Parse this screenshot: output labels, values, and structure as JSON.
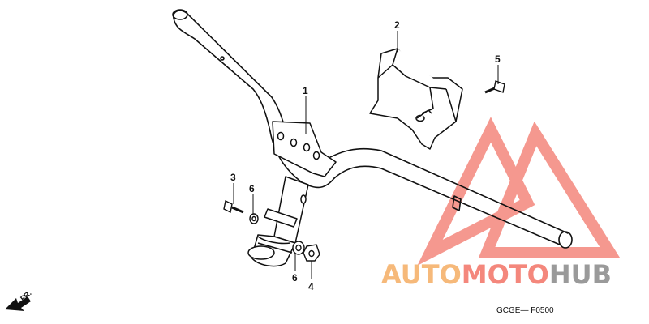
{
  "callouts": {
    "c1": "1",
    "c2": "2",
    "c3": "3",
    "c4": "4",
    "c5": "5",
    "c6a": "6",
    "c6b": "6"
  },
  "diagram_code": "GCGE— F0500",
  "direction_label": "FR.",
  "watermark": {
    "word1": "AUTO",
    "word2": "MOTO",
    "word3": "HUB",
    "color_orange": "#f6b97a",
    "color_red": "#f4877c",
    "color_gray": "#9a9a9a",
    "logo_icon": "mountain-triangle-logo-icon"
  }
}
